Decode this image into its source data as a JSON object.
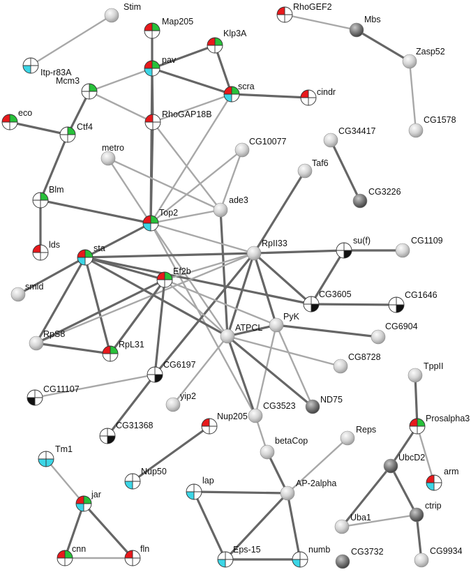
{
  "colors": {
    "red": "#e8191c",
    "green": "#28c13a",
    "cyan": "#3cd6e6",
    "black": "#111111",
    "white": "#ffffff",
    "gray_light": "#d8d8d8",
    "gray_dark": "#6a6a6a",
    "edge_dark": "#666666",
    "edge_light": "#a8a8a8"
  },
  "nodes": [
    {
      "id": "Stim",
      "label": "Stim",
      "style": "gray"
    },
    {
      "id": "Itp-r83A",
      "label": "Itp-r83A",
      "style": "quad",
      "q": [
        "white",
        "white",
        "cyan",
        "white"
      ]
    },
    {
      "id": "Map205",
      "label": "Map205",
      "style": "quad",
      "q": [
        "red",
        "green",
        "white",
        "white"
      ]
    },
    {
      "id": "pav",
      "label": "pav",
      "style": "quad",
      "q": [
        "red",
        "green",
        "cyan",
        "white"
      ]
    },
    {
      "id": "Klp3A",
      "label": "Klp3A",
      "style": "quad",
      "q": [
        "red",
        "green",
        "white",
        "white"
      ]
    },
    {
      "id": "RhoGEF2",
      "label": "RhoGEF2",
      "style": "quad",
      "q": [
        "red",
        "white",
        "white",
        "white"
      ]
    },
    {
      "id": "Mbs",
      "label": "Mbs",
      "style": "gray-dark"
    },
    {
      "id": "Zasp52",
      "label": "Zasp52",
      "style": "gray"
    },
    {
      "id": "CG1578",
      "label": "CG1578",
      "style": "gray"
    },
    {
      "id": "Mcm3",
      "label": "Mcm3",
      "style": "quad",
      "q": [
        "white",
        "green",
        "white",
        "white"
      ]
    },
    {
      "id": "scra",
      "label": "scra",
      "style": "quad",
      "q": [
        "red",
        "green",
        "cyan",
        "white"
      ]
    },
    {
      "id": "cindr",
      "label": "cindr",
      "style": "quad",
      "q": [
        "red",
        "white",
        "white",
        "white"
      ]
    },
    {
      "id": "RhoGAP18B",
      "label": "RhoGAP18B",
      "style": "quad",
      "q": [
        "red",
        "white",
        "white",
        "white"
      ]
    },
    {
      "id": "eco",
      "label": "eco",
      "style": "quad",
      "q": [
        "red",
        "green",
        "white",
        "white"
      ]
    },
    {
      "id": "Ctf4",
      "label": "Ctf4",
      "style": "quad",
      "q": [
        "white",
        "green",
        "white",
        "white"
      ]
    },
    {
      "id": "metro",
      "label": "metro",
      "style": "gray"
    },
    {
      "id": "CG10077",
      "label": "CG10077",
      "style": "gray"
    },
    {
      "id": "CG34417",
      "label": "CG34417",
      "style": "gray"
    },
    {
      "id": "Taf6",
      "label": "Taf6",
      "style": "gray"
    },
    {
      "id": "CG3226",
      "label": "CG3226",
      "style": "gray-dark"
    },
    {
      "id": "Blm",
      "label": "Blm",
      "style": "quad",
      "q": [
        "white",
        "green",
        "white",
        "white"
      ]
    },
    {
      "id": "ade3",
      "label": "ade3",
      "style": "gray"
    },
    {
      "id": "Top2",
      "label": "Top2",
      "style": "quad",
      "q": [
        "red",
        "green",
        "cyan",
        "white"
      ]
    },
    {
      "id": "lds",
      "label": "lds",
      "style": "quad",
      "q": [
        "red",
        "white",
        "white",
        "white"
      ]
    },
    {
      "id": "sta",
      "label": "sta",
      "style": "quad",
      "q": [
        "red",
        "green",
        "cyan",
        "white"
      ]
    },
    {
      "id": "RpII33",
      "label": "RpII33",
      "style": "gray"
    },
    {
      "id": "su(f)",
      "label": "su(f)",
      "style": "quad",
      "q": [
        "white",
        "white",
        "white",
        "black"
      ]
    },
    {
      "id": "CG1109",
      "label": "CG1109",
      "style": "gray"
    },
    {
      "id": "smid",
      "label": "smid",
      "style": "gray"
    },
    {
      "id": "Ef2b",
      "label": "Ef2b",
      "style": "quad",
      "q": [
        "red",
        "green",
        "white",
        "white"
      ]
    },
    {
      "id": "CG3605",
      "label": "CG3605",
      "style": "quad",
      "q": [
        "white",
        "white",
        "white",
        "black"
      ]
    },
    {
      "id": "CG1646",
      "label": "CG1646",
      "style": "quad",
      "q": [
        "white",
        "white",
        "white",
        "black"
      ]
    },
    {
      "id": "PyK",
      "label": "PyK",
      "style": "gray"
    },
    {
      "id": "RpS8",
      "label": "RpS8",
      "style": "gray"
    },
    {
      "id": "RpL31",
      "label": "RpL31",
      "style": "quad",
      "q": [
        "red",
        "green",
        "white",
        "white"
      ]
    },
    {
      "id": "ATPCL",
      "label": "ATPCL",
      "style": "gray"
    },
    {
      "id": "CG6904",
      "label": "CG6904",
      "style": "gray"
    },
    {
      "id": "CG8728",
      "label": "CG8728",
      "style": "gray"
    },
    {
      "id": "TppII",
      "label": "TppII",
      "style": "gray"
    },
    {
      "id": "CG6197",
      "label": "CG6197",
      "style": "quad",
      "q": [
        "white",
        "white",
        "white",
        "black"
      ]
    },
    {
      "id": "CG11107",
      "label": "CG11107",
      "style": "quad",
      "q": [
        "white",
        "white",
        "black",
        "white"
      ]
    },
    {
      "id": "yip2",
      "label": "yip2",
      "style": "gray"
    },
    {
      "id": "CG3523",
      "label": "CG3523",
      "style": "gray"
    },
    {
      "id": "ND75",
      "label": "ND75",
      "style": "gray-dark"
    },
    {
      "id": "Prosalpha3",
      "label": "Prosalpha3",
      "style": "quad",
      "q": [
        "red",
        "green",
        "white",
        "white"
      ]
    },
    {
      "id": "CG31368",
      "label": "CG31368",
      "style": "quad",
      "q": [
        "white",
        "white",
        "white",
        "black"
      ]
    },
    {
      "id": "Nup205",
      "label": "Nup205",
      "style": "quad",
      "q": [
        "red",
        "white",
        "white",
        "white"
      ]
    },
    {
      "id": "Reps",
      "label": "Reps",
      "style": "gray"
    },
    {
      "id": "Tm1",
      "label": "Tm1",
      "style": "quad",
      "q": [
        "white",
        "white",
        "cyan",
        "cyan"
      ]
    },
    {
      "id": "Nup50",
      "label": "Nup50",
      "style": "quad",
      "q": [
        "white",
        "white",
        "cyan",
        "white"
      ]
    },
    {
      "id": "betaCop",
      "label": "betaCop",
      "style": "gray"
    },
    {
      "id": "UbcD2",
      "label": "UbcD2",
      "style": "gray-dark"
    },
    {
      "id": "arm",
      "label": "arm",
      "style": "quad",
      "q": [
        "red",
        "white",
        "cyan",
        "white"
      ]
    },
    {
      "id": "lap",
      "label": "lap",
      "style": "quad",
      "q": [
        "white",
        "white",
        "cyan",
        "white"
      ]
    },
    {
      "id": "AP-2alpha",
      "label": "AP-2alpha",
      "style": "gray"
    },
    {
      "id": "jar",
      "label": "jar",
      "style": "quad",
      "q": [
        "red",
        "green",
        "cyan",
        "white"
      ]
    },
    {
      "id": "Uba1",
      "label": "Uba1",
      "style": "gray"
    },
    {
      "id": "ctrip",
      "label": "ctrip",
      "style": "gray-dark"
    },
    {
      "id": "Eps-15",
      "label": "Eps-15",
      "style": "quad",
      "q": [
        "white",
        "white",
        "cyan",
        "white"
      ]
    },
    {
      "id": "numb",
      "label": "numb",
      "style": "quad",
      "q": [
        "white",
        "white",
        "cyan",
        "white"
      ]
    },
    {
      "id": "cnn",
      "label": "cnn",
      "style": "quad",
      "q": [
        "red",
        "green",
        "white",
        "white"
      ]
    },
    {
      "id": "fln",
      "label": "fln",
      "style": "quad",
      "q": [
        "red",
        "white",
        "white",
        "white"
      ]
    },
    {
      "id": "CG3732",
      "label": "CG3732",
      "style": "gray-dark"
    },
    {
      "id": "CG9934",
      "label": "CG9934",
      "style": "gray"
    }
  ],
  "edges": [
    {
      "a": "Stim",
      "b": "Itp-r83A",
      "w": "light"
    },
    {
      "a": "RhoGEF2",
      "b": "Mbs",
      "w": "light"
    },
    {
      "a": "Mbs",
      "b": "Zasp52",
      "w": "dark"
    },
    {
      "a": "Zasp52",
      "b": "CG1578",
      "w": "light"
    },
    {
      "a": "Map205",
      "b": "pav",
      "w": "dark"
    },
    {
      "a": "pav",
      "b": "Klp3A",
      "w": "dark"
    },
    {
      "a": "Klp3A",
      "b": "scra",
      "w": "dark"
    },
    {
      "a": "pav",
      "b": "scra",
      "w": "dark"
    },
    {
      "a": "pav",
      "b": "Mcm3",
      "w": "light"
    },
    {
      "a": "pav",
      "b": "RhoGAP18B",
      "w": "dark"
    },
    {
      "a": "pav",
      "b": "Top2",
      "w": "dark"
    },
    {
      "a": "scra",
      "b": "cindr",
      "w": "dark"
    },
    {
      "a": "scra",
      "b": "RhoGAP18B",
      "w": "light"
    },
    {
      "a": "scra",
      "b": "Top2",
      "w": "light"
    },
    {
      "a": "Mcm3",
      "b": "Ctf4",
      "w": "dark"
    },
    {
      "a": "Mcm3",
      "b": "RhoGAP18B",
      "w": "light"
    },
    {
      "a": "eco",
      "b": "Ctf4",
      "w": "dark"
    },
    {
      "a": "Ctf4",
      "b": "Blm",
      "w": "dark"
    },
    {
      "a": "Blm",
      "b": "lds",
      "w": "dark"
    },
    {
      "a": "Blm",
      "b": "Top2",
      "w": "dark"
    },
    {
      "a": "RhoGAP18B",
      "b": "ade3",
      "w": "light"
    },
    {
      "a": "RhoGAP18B",
      "b": "Top2",
      "w": "dark"
    },
    {
      "a": "metro",
      "b": "ade3",
      "w": "light"
    },
    {
      "a": "metro",
      "b": "Top2",
      "w": "light"
    },
    {
      "a": "CG10077",
      "b": "ade3",
      "w": "light"
    },
    {
      "a": "CG10077",
      "b": "Top2",
      "w": "light"
    },
    {
      "a": "ade3",
      "b": "Top2",
      "w": "light"
    },
    {
      "a": "ade3",
      "b": "ATPCL",
      "w": "dark"
    },
    {
      "a": "CG34417",
      "b": "CG3226",
      "w": "dark"
    },
    {
      "a": "Taf6",
      "b": "RpII33",
      "w": "dark"
    },
    {
      "a": "Top2",
      "b": "sta",
      "w": "dark"
    },
    {
      "a": "Top2",
      "b": "RpII33",
      "w": "light"
    },
    {
      "a": "Top2",
      "b": "ATPCL",
      "w": "light"
    },
    {
      "a": "Top2",
      "b": "CG3523",
      "w": "light"
    },
    {
      "a": "sta",
      "b": "RpII33",
      "w": "dark"
    },
    {
      "a": "sta",
      "b": "Ef2b",
      "w": "dark"
    },
    {
      "a": "sta",
      "b": "smid",
      "w": "dark"
    },
    {
      "a": "sta",
      "b": "RpS8",
      "w": "dark"
    },
    {
      "a": "sta",
      "b": "RpL31",
      "w": "dark"
    },
    {
      "a": "sta",
      "b": "ATPCL",
      "w": "dark"
    },
    {
      "a": "sta",
      "b": "CG3605",
      "w": "dark"
    },
    {
      "a": "RpII33",
      "b": "su(f)",
      "w": "dark"
    },
    {
      "a": "RpII33",
      "b": "Ef2b",
      "w": "light"
    },
    {
      "a": "RpII33",
      "b": "CG3605",
      "w": "dark"
    },
    {
      "a": "RpII33",
      "b": "PyK",
      "w": "dark"
    },
    {
      "a": "RpII33",
      "b": "ATPCL",
      "w": "dark"
    },
    {
      "a": "RpII33",
      "b": "CG6197",
      "w": "dark"
    },
    {
      "a": "RpII33",
      "b": "RpS8",
      "w": "light"
    },
    {
      "a": "su(f)",
      "b": "CG1109",
      "w": "dark"
    },
    {
      "a": "su(f)",
      "b": "CG3605",
      "w": "dark"
    },
    {
      "a": "CG3605",
      "b": "CG1646",
      "w": "dark"
    },
    {
      "a": "Ef2b",
      "b": "RpS8",
      "w": "dark"
    },
    {
      "a": "Ef2b",
      "b": "RpL31",
      "w": "dark"
    },
    {
      "a": "Ef2b",
      "b": "CG6197",
      "w": "dark"
    },
    {
      "a": "Ef2b",
      "b": "ATPCL",
      "w": "light"
    },
    {
      "a": "Ef2b",
      "b": "PyK",
      "w": "light"
    },
    {
      "a": "RpS8",
      "b": "RpL31",
      "w": "dark"
    },
    {
      "a": "PyK",
      "b": "ATPCL",
      "w": "dark"
    },
    {
      "a": "PyK",
      "b": "CG6904",
      "w": "dark"
    },
    {
      "a": "PyK",
      "b": "CG3523",
      "w": "light"
    },
    {
      "a": "PyK",
      "b": "ND75",
      "w": "light"
    },
    {
      "a": "ATPCL",
      "b": "CG8728",
      "w": "light"
    },
    {
      "a": "ATPCL",
      "b": "ND75",
      "w": "dark"
    },
    {
      "a": "ATPCL",
      "b": "CG3523",
      "w": "dark"
    },
    {
      "a": "ATPCL",
      "b": "yip2",
      "w": "light"
    },
    {
      "a": "CG6197",
      "b": "CG11107",
      "w": "light"
    },
    {
      "a": "CG6197",
      "b": "CG31368",
      "w": "dark"
    },
    {
      "a": "CG3523",
      "b": "betaCop",
      "w": "light"
    },
    {
      "a": "betaCop",
      "b": "AP-2alpha",
      "w": "dark"
    },
    {
      "a": "Reps",
      "b": "AP-2alpha",
      "w": "light"
    },
    {
      "a": "lap",
      "b": "AP-2alpha",
      "w": "dark"
    },
    {
      "a": "lap",
      "b": "Eps-15",
      "w": "dark"
    },
    {
      "a": "AP-2alpha",
      "b": "Eps-15",
      "w": "dark"
    },
    {
      "a": "AP-2alpha",
      "b": "numb",
      "w": "dark"
    },
    {
      "a": "Eps-15",
      "b": "numb",
      "w": "dark"
    },
    {
      "a": "Nup205",
      "b": "Nup50",
      "w": "dark"
    },
    {
      "a": "TppII",
      "b": "Prosalpha3",
      "w": "dark"
    },
    {
      "a": "Prosalpha3",
      "b": "UbcD2",
      "w": "dark"
    },
    {
      "a": "Prosalpha3",
      "b": "arm",
      "w": "light"
    },
    {
      "a": "UbcD2",
      "b": "Uba1",
      "w": "dark"
    },
    {
      "a": "UbcD2",
      "b": "ctrip",
      "w": "dark"
    },
    {
      "a": "Uba1",
      "b": "ctrip",
      "w": "light"
    },
    {
      "a": "ctrip",
      "b": "CG9934",
      "w": "dark"
    },
    {
      "a": "Tm1",
      "b": "jar",
      "w": "light"
    },
    {
      "a": "jar",
      "b": "cnn",
      "w": "dark"
    },
    {
      "a": "jar",
      "b": "fln",
      "w": "dark"
    },
    {
      "a": "cnn",
      "b": "fln",
      "w": "light"
    }
  ]
}
